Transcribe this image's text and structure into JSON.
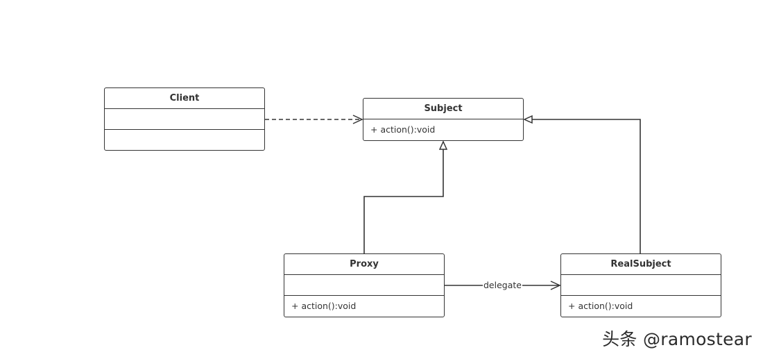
{
  "diagram": {
    "classes": {
      "client": {
        "name": "Client",
        "methods": ""
      },
      "subject": {
        "name": "Subject",
        "methods": "+ action():void"
      },
      "proxy": {
        "name": "Proxy",
        "methods": "+ action():void"
      },
      "real_subject": {
        "name": "RealSubject",
        "methods": "+ action():void"
      }
    },
    "relations": {
      "client_subject": "dependency",
      "proxy_subject": "realization",
      "real_subject_subject": "realization",
      "proxy_real_subject": "delegate"
    },
    "colors": {
      "line": "#333333",
      "background": "#ffffff"
    }
  },
  "watermark": {
    "text": "头条 @ramostear"
  }
}
